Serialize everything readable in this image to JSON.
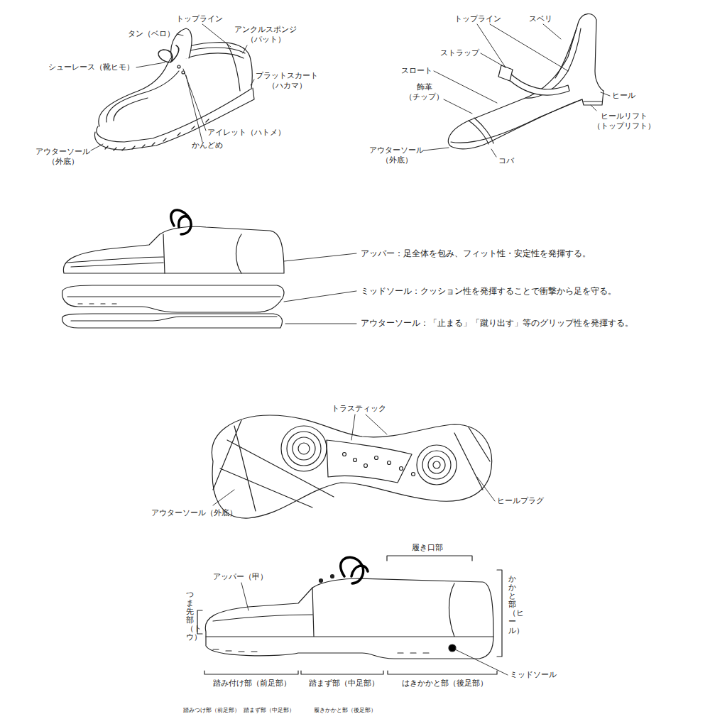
{
  "diagram": {
    "labels": [
      "トップライン",
      "タン（ベロ）",
      "アンクルスポンジ （パット）",
      "シューレース（靴ヒモ）",
      "プラットスカート （ハカマ）",
      "アイレット（ハトメ）",
      "かんどめ",
      "アウターソール （外底）",
      "トップライン",
      "スベリ",
      "ストラップ",
      "スロート",
      "飾革 （チップ）",
      "ヒール",
      "ヒールリフト （トップリフト）",
      "アウターソール （外底）",
      "コバ",
      "アッパー：足全体を包み、フィット性・安定性を発揮する。",
      "ミッドソール：クッション性を発揮することで衝撃から足を守る。",
      "アウターソール：「止まる」「蹴り出す」等のグリップ性を発揮する。",
      "トラスティック",
      "アウターソール（外底）",
      "ヒールプラグ",
      "履き口部",
      "アッパー（甲）",
      "つま先部 （トウ）",
      "かかと部 （ヒール）",
      "ミッドソール",
      "踏み付け部（前足部）",
      "踏まず部（中足部）",
      "はきかかと部（後足部）",
      "踏みつけ部（前足部）",
      "踏まず部（中足部）",
      "履きかかと部（後足部）"
    ]
  }
}
